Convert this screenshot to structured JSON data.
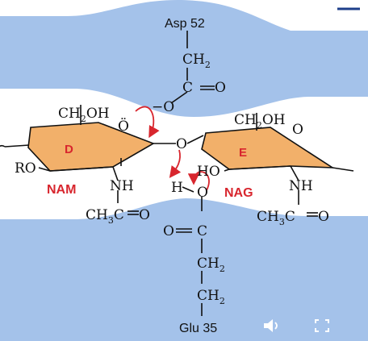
{
  "diagram": {
    "residues": {
      "asp": "Asp 52",
      "glu": "Glu 35"
    },
    "rings": {
      "left": "D",
      "right": "E"
    },
    "sugar_labels": {
      "left": "NAM",
      "right": "NAG"
    },
    "substituents": {
      "ch2oh": "CH",
      "ch2oh_sub": "2",
      "ch2oh_tail": "OH",
      "ch2": "CH",
      "ch2_sub": "2",
      "ch3c": "CH",
      "ch3c_sub": "3",
      "ch3c_tail": "C",
      "o_eq": "O",
      "nh": "NH",
      "ro": "RO",
      "ho": "HO",
      "h": "H",
      "o": "O",
      "o_anion": "−O",
      "o_lone": "Ö"
    },
    "colors": {
      "enzyme": "#a4c2ea",
      "sugar_ring": "#f2b06a",
      "arrow": "#d8262e",
      "label": "#d8262e"
    }
  },
  "player": {
    "volume_icon": "speaker-icon",
    "fullscreen_icon": "fullscreen-icon"
  }
}
